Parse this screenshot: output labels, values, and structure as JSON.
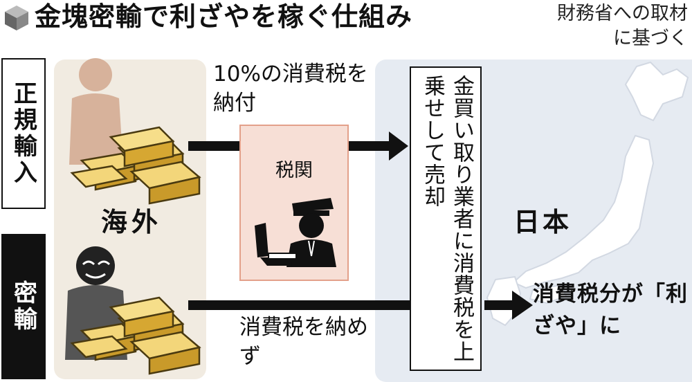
{
  "header": {
    "title": "金塊密輸で利ざやを稼ぐ仕組み",
    "source": "財務省への取材に基づく"
  },
  "labels": {
    "regular_import": "正規輸入",
    "smuggling": "密輸",
    "overseas": "海外",
    "japan": "日本",
    "customs": "税関",
    "tax_paid": "10%の消費税を納付",
    "tax_not_paid": "消費税を納めず",
    "dealer": "金買い取り業者に消費税を上乗せして売却",
    "result": "消費税分が「利ざや」に"
  },
  "icons": [
    "cube-icon",
    "person-icon",
    "masked-person-icon",
    "gold-bars-icon",
    "customs-officer-icon",
    "japan-map-icon",
    "arrow-right-icon"
  ],
  "colors": {
    "overseas_panel": "#f1ebe1",
    "japan_panel": "#e6ebf2",
    "customs_fill": "#f7dfd6",
    "customs_border": "#e3a08a",
    "gold": "#e2b84a",
    "person_regular": "#d7b29b",
    "person_smuggler": "#555555"
  }
}
